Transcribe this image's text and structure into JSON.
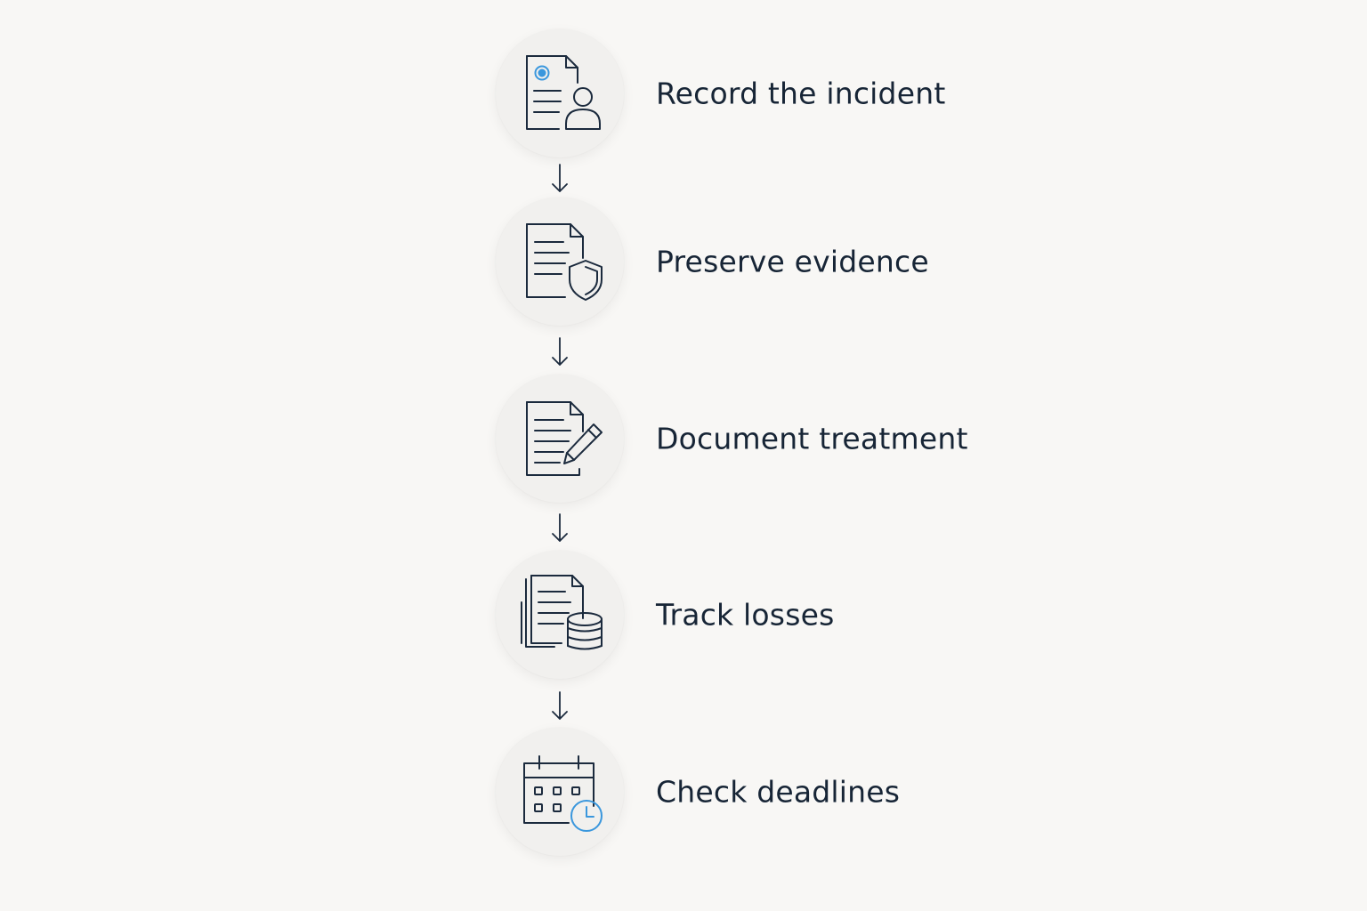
{
  "flow": {
    "steps": [
      {
        "label": "Record the incident",
        "icon": "document-person-icon"
      },
      {
        "label": "Preserve evidence",
        "icon": "document-shield-icon"
      },
      {
        "label": "Document treatment",
        "icon": "document-pencil-icon"
      },
      {
        "label": "Track losses",
        "icon": "documents-coins-icon"
      },
      {
        "label": "Check deadlines",
        "icon": "calendar-clock-icon"
      }
    ],
    "connector_icon": "arrow-down-icon"
  },
  "colors": {
    "background": "#f8f7f5",
    "circle": "#f1f0ee",
    "line": "#1b2a3d",
    "accent": "#3a97dd",
    "text": "#172536"
  }
}
